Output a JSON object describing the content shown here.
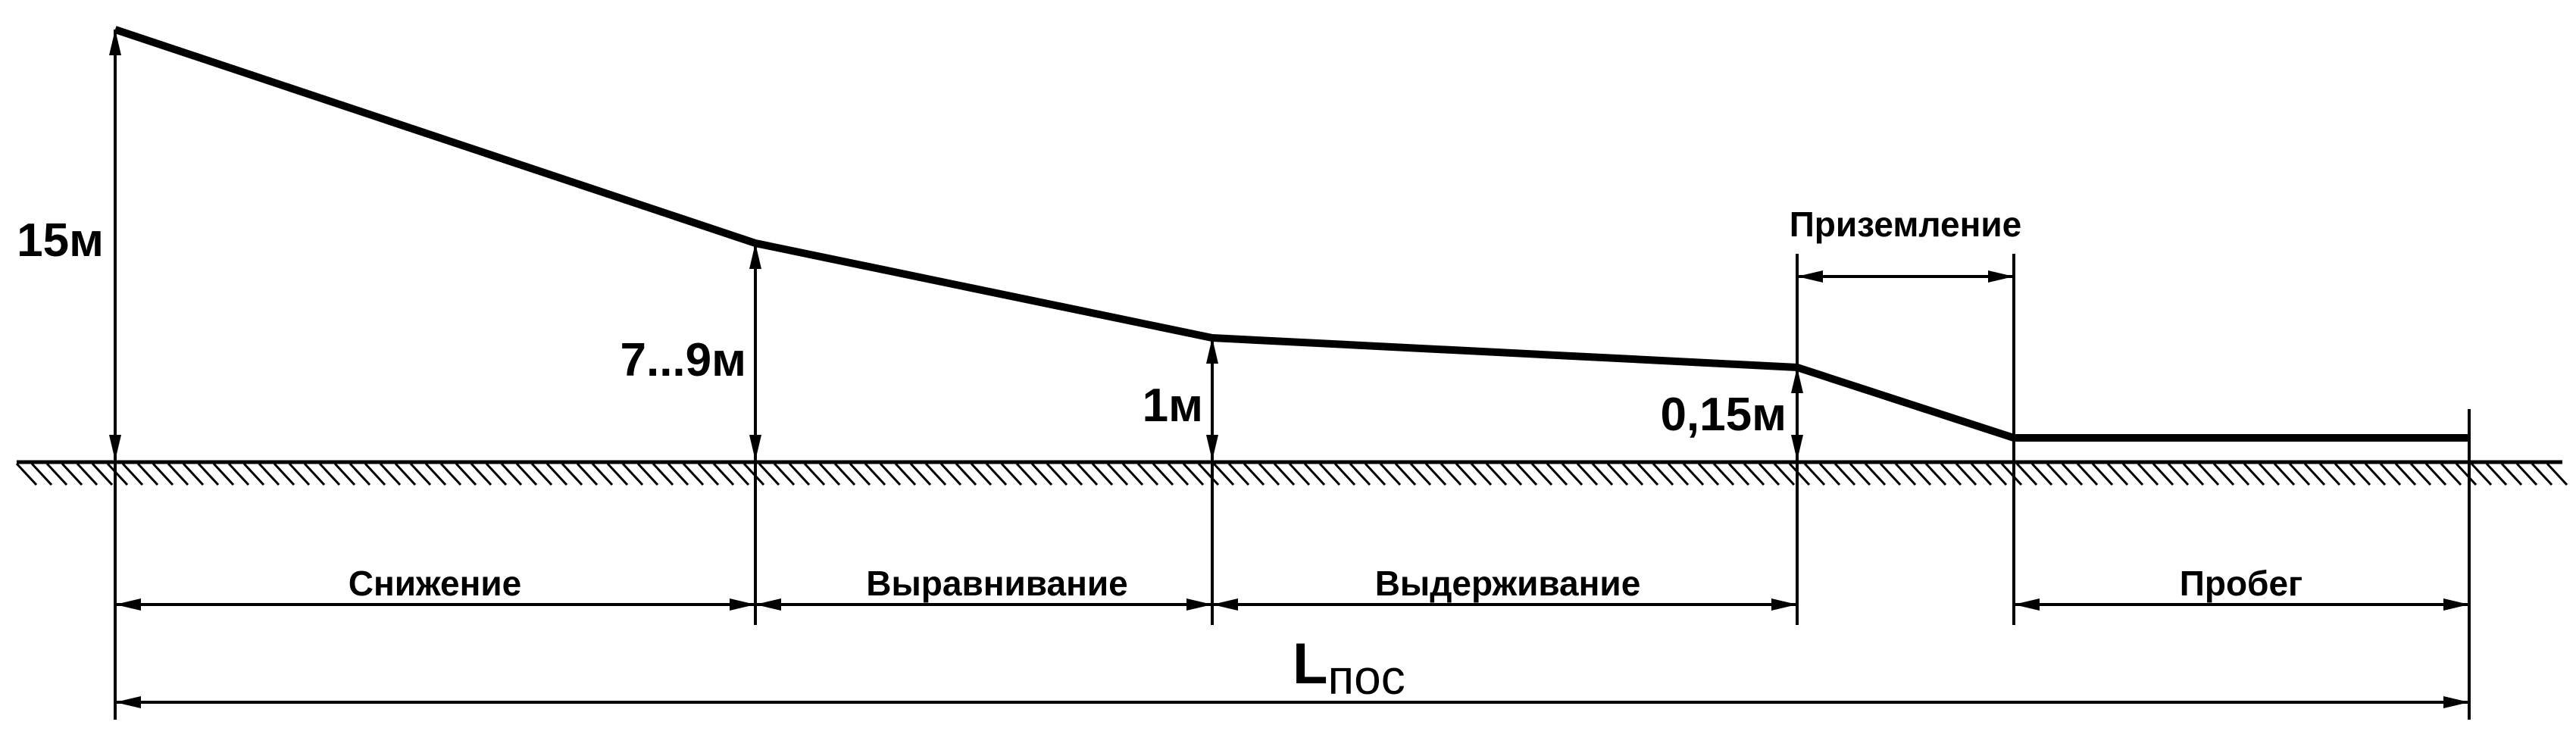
{
  "diagram": {
    "heights": {
      "start": "15м",
      "flare_start": "7...9м",
      "hold_start": "1м",
      "touchdown_start": "0,15м"
    },
    "phases": {
      "descent": "Снижение",
      "flare": "Выравнивание",
      "hold": "Выдерживание",
      "touchdown": "Приземление",
      "rollout": "Пробег"
    },
    "total": {
      "symbol": "L",
      "subscript": "пос"
    },
    "colors": {
      "line": "#000000",
      "background": "#ffffff"
    }
  }
}
